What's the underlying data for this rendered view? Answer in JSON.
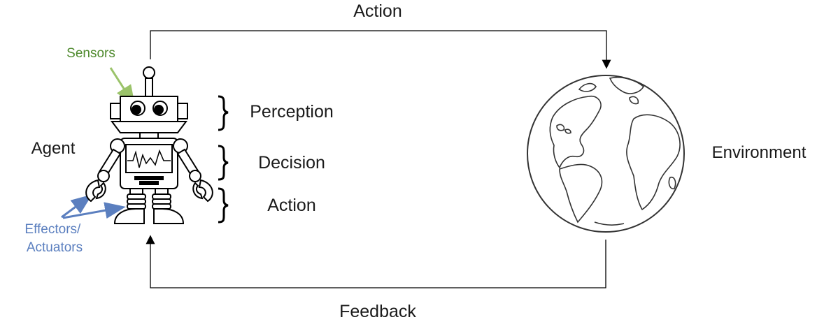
{
  "labels": {
    "action_top": "Action",
    "feedback": "Feedback",
    "agent": "Agent",
    "environment": "Environment",
    "sensors": "Sensors",
    "effectors_line1": "Effectors/",
    "effectors_line2": "Actuators",
    "perception": "Perception",
    "decision": "Decision",
    "action_stage": "Action"
  },
  "colors": {
    "sensors": "#4f8a2e",
    "sensors_arrow": "#9bc36a",
    "effectors": "#5b7fbf",
    "line": "#000000",
    "text": "#1a1a1a"
  },
  "icons": {
    "robot": "robot-icon",
    "globe": "globe-icon"
  }
}
